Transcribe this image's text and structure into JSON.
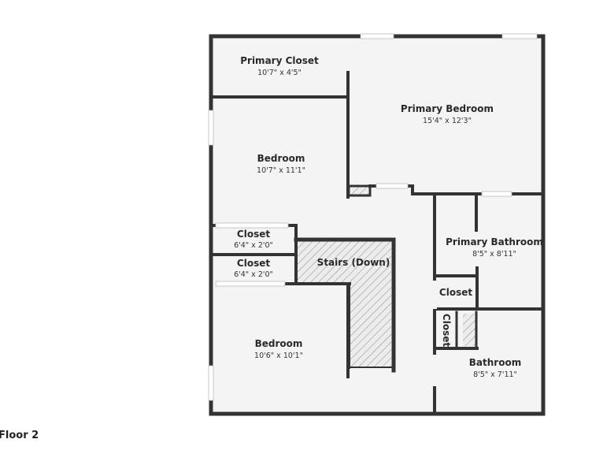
{
  "floor_label": "Floor 2",
  "colors": {
    "wall": "#333333",
    "floor": "#f4f4f4",
    "window": "#ffffff"
  },
  "rooms": {
    "primary_closet": {
      "name": "Primary Closet",
      "dims": "10'7\" x 4'5\""
    },
    "primary_bedroom": {
      "name": "Primary Bedroom",
      "dims": "15'4\" x 12'3\""
    },
    "bedroom_1": {
      "name": "Bedroom",
      "dims": "10'7\" x 11'1\""
    },
    "closet_1": {
      "name": "Closet",
      "dims": "6'4\" x 2'0\""
    },
    "closet_2": {
      "name": "Closet",
      "dims": "6'4\" x 2'0\""
    },
    "stairs": {
      "name": "Stairs (Down)"
    },
    "primary_bathroom": {
      "name": "Primary Bathroom",
      "dims": "8'5\" x 8'11\""
    },
    "closet_3": {
      "name": "Closet"
    },
    "closet_4": {
      "name": "Closet"
    },
    "bedroom_2": {
      "name": "Bedroom",
      "dims": "10'6\" x 10'1\""
    },
    "bathroom": {
      "name": "Bathroom",
      "dims": "8'5\" x 7'11\""
    }
  }
}
